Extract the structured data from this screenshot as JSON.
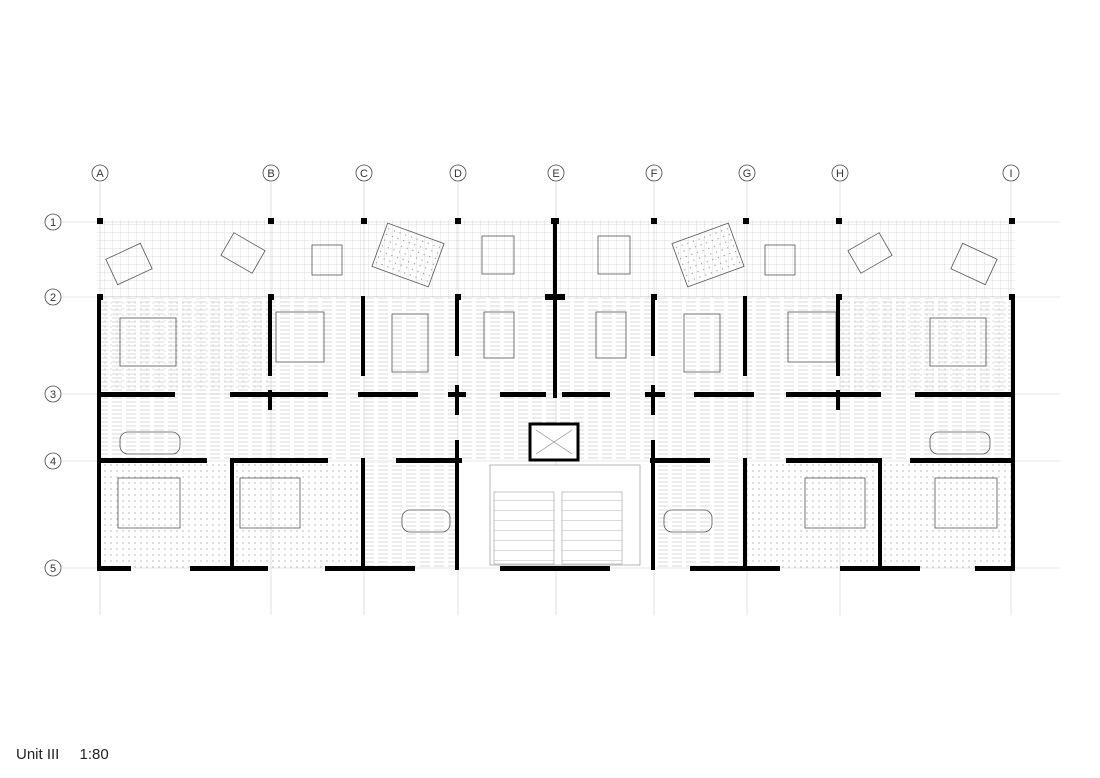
{
  "drawing": {
    "title": "Unit III",
    "scale": "1:80"
  },
  "grid": {
    "columns": [
      "A",
      "B",
      "C",
      "D",
      "E",
      "F",
      "G",
      "H",
      "I"
    ],
    "rows": [
      "1",
      "2",
      "3",
      "4",
      "5"
    ]
  },
  "colors": {
    "wall": "#000000",
    "line": "#444444",
    "gridline": "#cfcfcf",
    "hatch": "#9a9a9a"
  }
}
